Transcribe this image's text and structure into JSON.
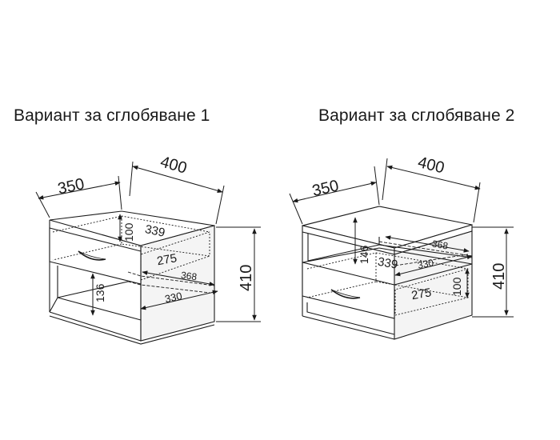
{
  "variant1": {
    "title": "Вариант за сглобяване 1",
    "dims": {
      "depth": "350",
      "width": "400",
      "height": "410",
      "drawer_inner_height": "100",
      "drawer_inner_width": "339",
      "drawer_inner_depth": "275",
      "rail_length": "368",
      "shelf_depth": "330",
      "shelf_clearance": "136"
    }
  },
  "variant2": {
    "title": "Вариант за сглобяване 2",
    "dims": {
      "depth": "350",
      "width": "400",
      "height": "410",
      "rail_length": "368",
      "upper_clearance": "146",
      "drawer_inner_width": "339",
      "shelf_depth": "330",
      "drawer_inner_depth": "275",
      "drawer_inner_height": "100"
    }
  },
  "colors": {
    "line": "#1a1a1a",
    "side_fill": "#f4f4f4",
    "front_fill": "#ffffff"
  }
}
